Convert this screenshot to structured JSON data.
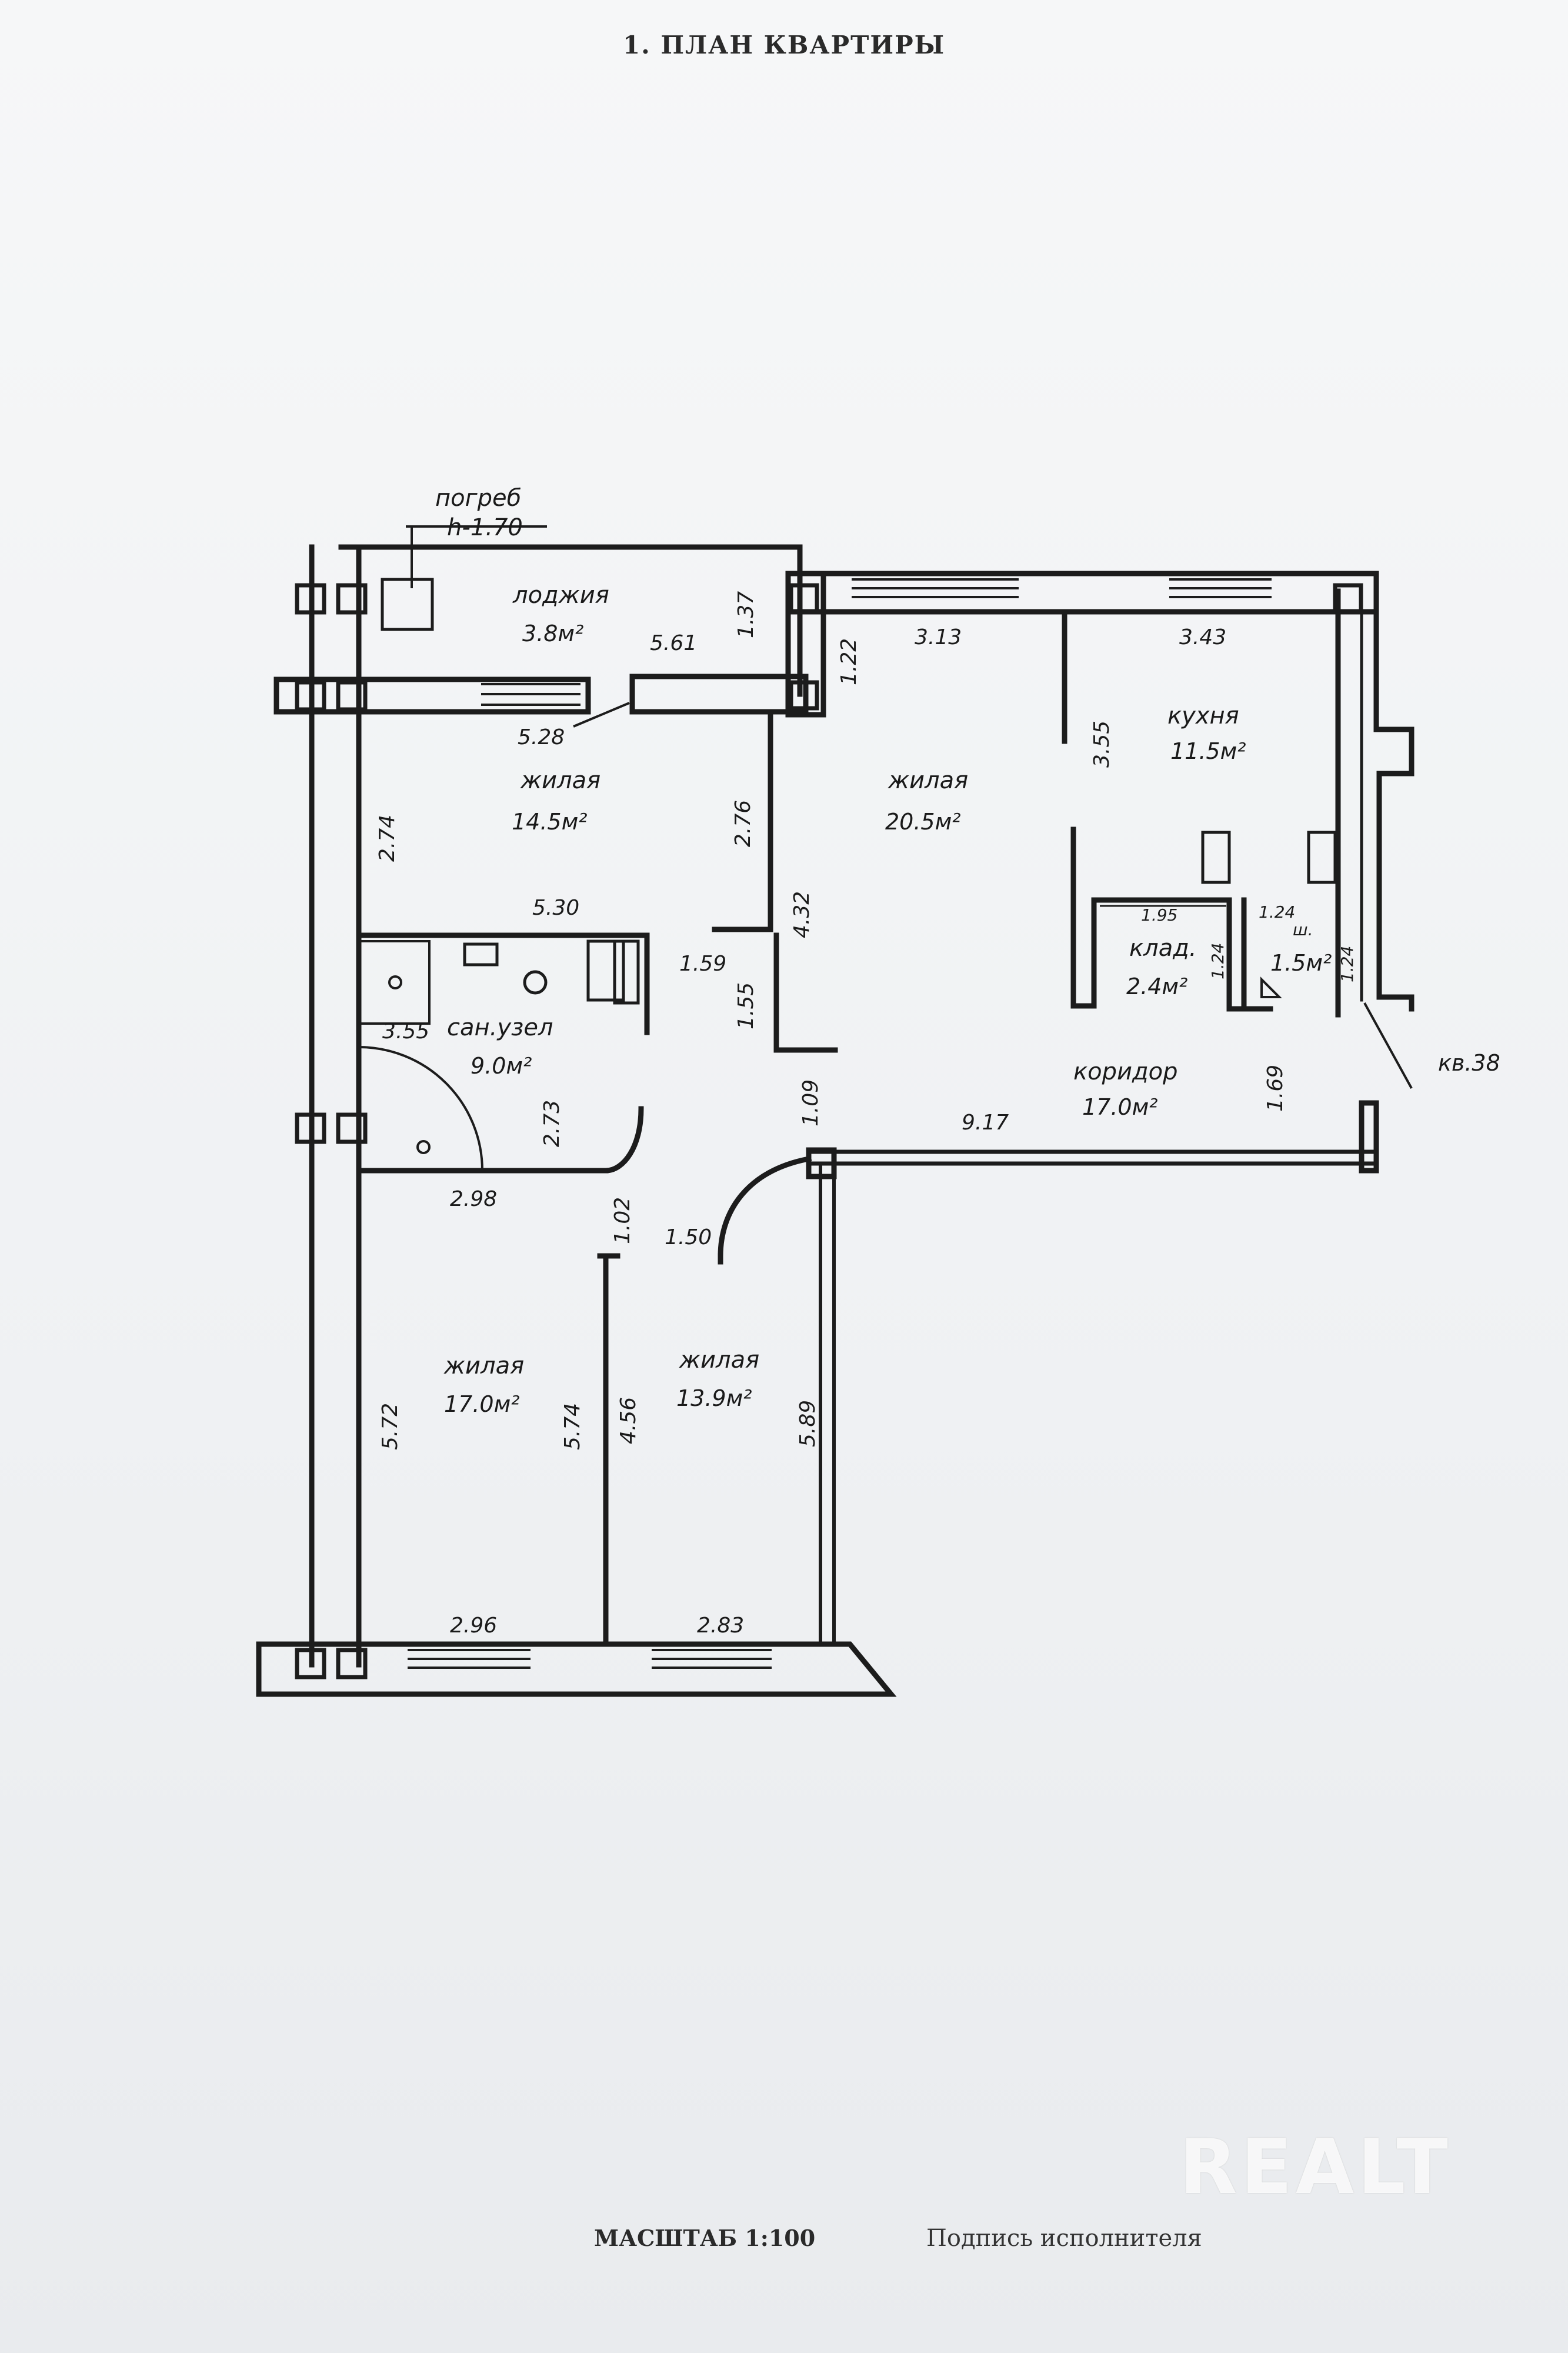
{
  "document": {
    "title": "1. ПЛАН КВАРТИРЫ",
    "scale": "МАСШТАБ 1:100",
    "signature": "Подпись исполнителя",
    "watermark": "REALT"
  },
  "rooms": {
    "cellar": {
      "name": "погреб",
      "height": "h-1.70"
    },
    "loggia": {
      "name": "лоджия",
      "area": "3.8м²"
    },
    "living_1": {
      "name": "жилая",
      "area": "14.5м²"
    },
    "living_2": {
      "name": "жилая",
      "area": "20.5м²"
    },
    "kitchen": {
      "name": "кухня",
      "area": "11.5м²"
    },
    "storage": {
      "name": "клад.",
      "area": "2.4м²"
    },
    "closet": {
      "name": "ш.",
      "area": "1.5м²"
    },
    "bathroom": {
      "name": "сан.узел",
      "area": "9.0м²"
    },
    "corridor": {
      "name": "коридор",
      "area": "17.0м²"
    },
    "living_3": {
      "name": "жилая",
      "area": "17.0м²"
    },
    "living_4": {
      "name": "жилая",
      "area": "13.9м²"
    }
  },
  "apartment_ref": "кв.38",
  "dimensions": {
    "d561": "5.61",
    "d137": "1.37",
    "d528": "5.28",
    "d122": "1.22",
    "d313": "3.13",
    "d343": "3.43",
    "d355k": "3.55",
    "d274": "2.74",
    "d276": "2.76",
    "d432": "4.32",
    "d530": "5.30",
    "d195": "1.95",
    "d124a": "1.24",
    "d124b": "1.24",
    "d124c": "1.24",
    "d159": "1.59",
    "d155": "1.55",
    "d355b": "3.55",
    "d273": "2.73",
    "d109": "1.09",
    "d917": "9.17",
    "d169": "1.69",
    "d298": "2.98",
    "d102": "1.02",
    "d150": "1.50",
    "d572": "5.72",
    "d574": "5.74",
    "d456": "4.56",
    "d589": "5.89",
    "d296": "2.96",
    "d283": "2.83"
  }
}
